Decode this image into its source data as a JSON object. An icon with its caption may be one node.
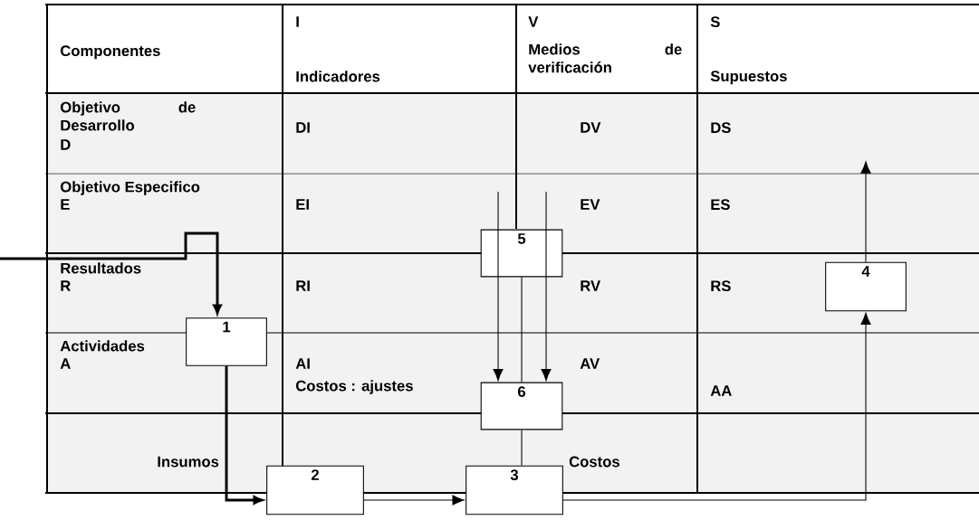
{
  "diagram": {
    "nodes": [
      {
        "text": [
          "5"
        ]
      },
      {
        "text": [
          "4"
        ]
      },
      {
        "text": [
          "1"
        ]
      },
      {
        "text": [
          "6"
        ]
      },
      {
        "text": [
          "2"
        ],
        "beside": [
          "Insumos"
        ]
      },
      {
        "text": [
          "3"
        ],
        "beside": [
          "Costos"
        ]
      }
    ],
    "edges": [
      {
        "from": null,
        "to": 2,
        "arrow": "to",
        "style": "thick"
      },
      {
        "from": 2,
        "to": 4,
        "arrow": "to",
        "style": "thick"
      },
      {
        "from": 4,
        "to": 5,
        "arrow": "to"
      },
      {
        "from": 5,
        "to": 1,
        "arrow": "to"
      },
      {
        "from": 1,
        "to": null,
        "arrow": "to"
      },
      {
        "from": null,
        "to": 3,
        "arrow": "to"
      },
      {
        "from": null,
        "to": 3,
        "arrow": "to"
      },
      {
        "from": 0,
        "to": 3,
        "arrow": "none"
      },
      {
        "from": 3,
        "to": 5,
        "arrow": "none"
      }
    ],
    "labels": [
      "Componentes",
      "I",
      "Indicadores",
      "V",
      "Medios de verificación",
      "S",
      "Supuestos",
      "Objetivo de Desarrollo",
      "D",
      "DI",
      "DV",
      "DS",
      "Objetivo Especifico",
      "E",
      "EI",
      "EV",
      "ES",
      "Resultados",
      "R",
      "RI",
      "RV",
      "RS",
      "Actividades",
      "A",
      "AI",
      "Costos : ajustes",
      "AV",
      "AA"
    ]
  }
}
